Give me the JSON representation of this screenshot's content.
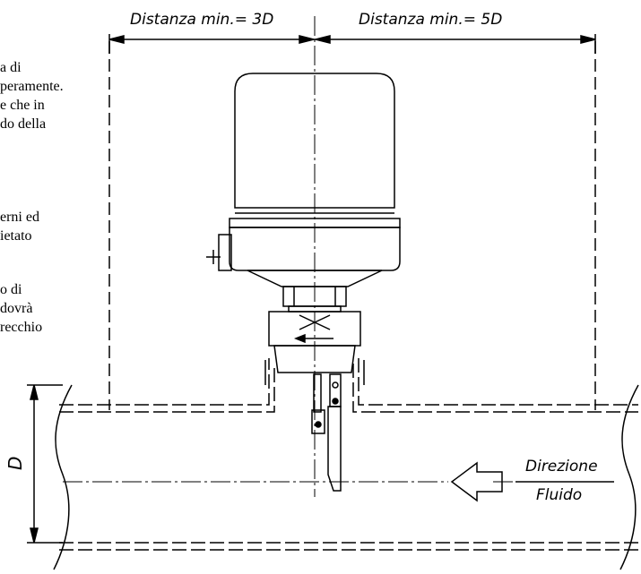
{
  "text_fragments": [
    {
      "lines": [
        "a di",
        "peramente.",
        "e che in",
        "do della"
      ]
    },
    {
      "lines": [
        "erni ed",
        "ietato"
      ]
    },
    {
      "lines": [
        "o di",
        "dovrà",
        "recchio"
      ]
    }
  ],
  "diagram": {
    "dim_left": "Distanza  min.=  3D",
    "dim_right": "Distanza  min.=  5D",
    "diameter": "D",
    "flow_line1": "Direzione",
    "flow_line2": "Fluido"
  }
}
